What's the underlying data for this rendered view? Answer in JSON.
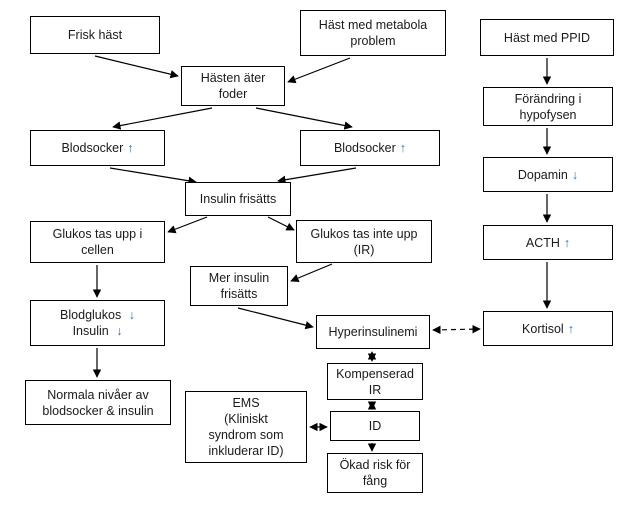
{
  "diagram": {
    "boxes": {
      "frisk_hast": {
        "lines": [
          "Frisk häst"
        ]
      },
      "hast_metabola": {
        "lines": [
          "Häst med metabola",
          "problem"
        ]
      },
      "hast_ppid": {
        "lines": [
          "Häst med PPID"
        ]
      },
      "hasten_ater": {
        "lines": [
          "Hästen äter",
          "foder"
        ]
      },
      "forandring": {
        "lines": [
          "Förändring i",
          "hypofysen"
        ]
      },
      "blodsocker_left": {
        "text": "Blodsocker",
        "glyph": "↑"
      },
      "blodsocker_right": {
        "text": "Blodsocker",
        "glyph": "↑"
      },
      "dopamin": {
        "text": "Dopamin",
        "glyph": "↓"
      },
      "insulin_frisatts": {
        "lines": [
          "Insulin frisätts"
        ]
      },
      "glukos_upp": {
        "lines": [
          "Glukos tas upp i",
          "cellen"
        ]
      },
      "glukos_inte": {
        "lines": [
          "Glukos tas inte upp",
          "(IR)"
        ]
      },
      "acth": {
        "text": "ACTH",
        "glyph": "↑"
      },
      "mer_insulin": {
        "lines": [
          "Mer insulin",
          "frisätts"
        ]
      },
      "blodglukos": {
        "line1_text": "Blodglukos",
        "line1_glyph": "↓",
        "line2_text": "Insulin",
        "line2_glyph": "↓"
      },
      "hyperinsulinemi": {
        "lines": [
          "Hyperinsulinemi"
        ]
      },
      "kortisol": {
        "text": "Kortisol",
        "glyph": "↑"
      },
      "normala": {
        "lines": [
          "Normala nivåer av",
          "blodsocker & insulin"
        ]
      },
      "kompenserad": {
        "lines": [
          "Kompenserad",
          "IR"
        ]
      },
      "ems": {
        "lines": [
          "EMS",
          "(Kliniskt",
          "syndrom som",
          "inkluderar ID)"
        ]
      },
      "id": {
        "lines": [
          "ID"
        ]
      },
      "okad_risk": {
        "lines": [
          "Ökad risk för",
          "fång"
        ]
      }
    },
    "colors": {
      "glyph_accent": "#2E74B5",
      "line": "#000000",
      "box_border": "#000000",
      "background": "#FFFFFF"
    }
  }
}
